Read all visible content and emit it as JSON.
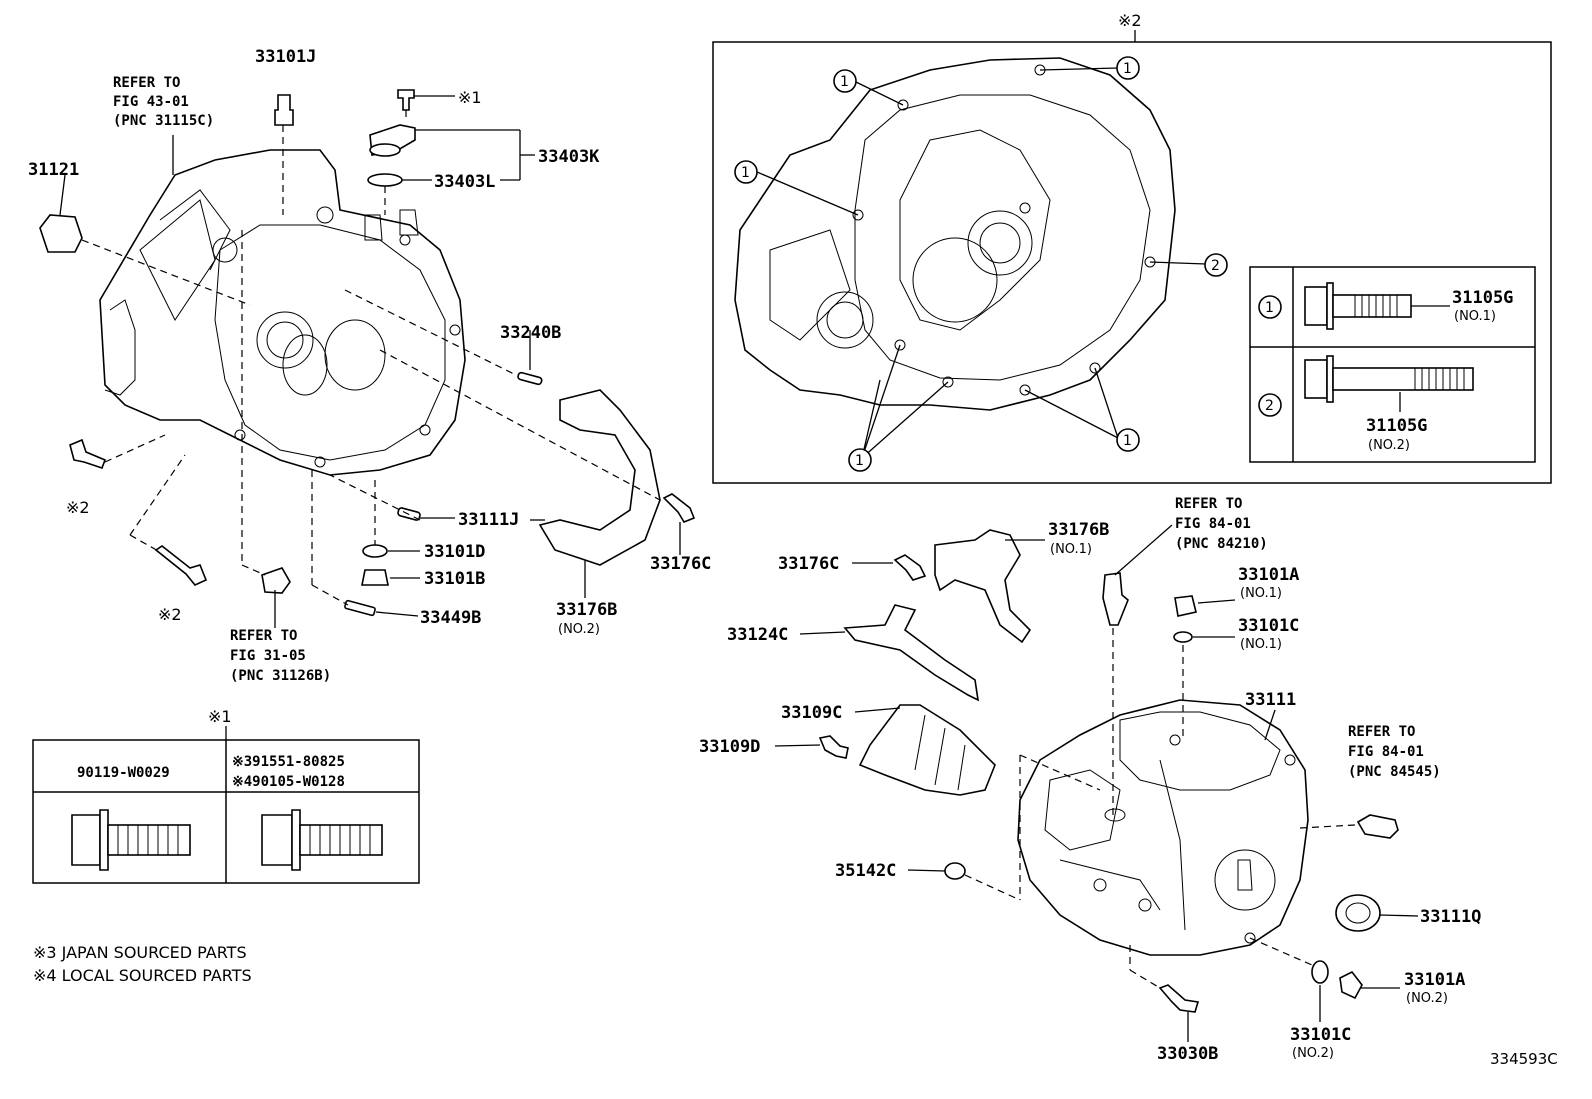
{
  "notes": {
    "note1": "※3 JAPAN SOURCED PARTS",
    "note2": "※4 LOCAL SOURCED PARTS",
    "illustration_id": "334593C"
  },
  "refers": {
    "r1": [
      "REFER TO",
      "FIG 43-01",
      "(PNC 31115C)"
    ],
    "r2": [
      "REFER TO",
      "FIG 31-05",
      "(PNC 31126B)"
    ],
    "r3": [
      "REFER TO",
      "FIG 84-01",
      "(PNC 84210)"
    ],
    "r4": [
      "REFER TO",
      "FIG 84-01",
      "(PNC 84545)"
    ]
  },
  "marks": {
    "m1": "※1",
    "m2": "※2"
  },
  "circled": {
    "c1": "1",
    "c2": "2"
  },
  "left_parts": {
    "p33101J": "33101J",
    "p31121": "31121",
    "p33403K": "33403K",
    "p33403L": "33403L",
    "p33240B": "33240B",
    "p33111J": "33111J",
    "p33101D": "33101D",
    "p33101B": "33101B",
    "p33449B": "33449B",
    "p33176C": "33176C",
    "p33176B": "33176B",
    "p33176B_sub": "(NO.2)"
  },
  "right_parts": {
    "p33176B": "33176B",
    "p33176B_sub": "(NO.1)",
    "p33176C": "33176C",
    "p33124C": "33124C",
    "p33109C": "33109C",
    "p33109D": "33109D",
    "p35142C": "35142C",
    "p33101A1": "33101A",
    "p33101A1_sub": "(NO.1)",
    "p33101C1": "33101C",
    "p33101C1_sub": "(NO.1)",
    "p33111": "33111",
    "p33111Q": "33111Q",
    "p33101A2": "33101A",
    "p33101A2_sub": "(NO.2)",
    "p33030B": "33030B",
    "p33101C2": "33101C",
    "p33101C2_sub": "(NO.2)"
  },
  "bolt_legend": {
    "b1": "31105G",
    "b1_sub": "(NO.1)",
    "b2": "31105G",
    "b2_sub": "(NO.2)"
  },
  "bolt_table": {
    "col1": "90119-W0029",
    "col2_line1": "※391551-80825",
    "col2_line2": "※490105-W0128"
  }
}
